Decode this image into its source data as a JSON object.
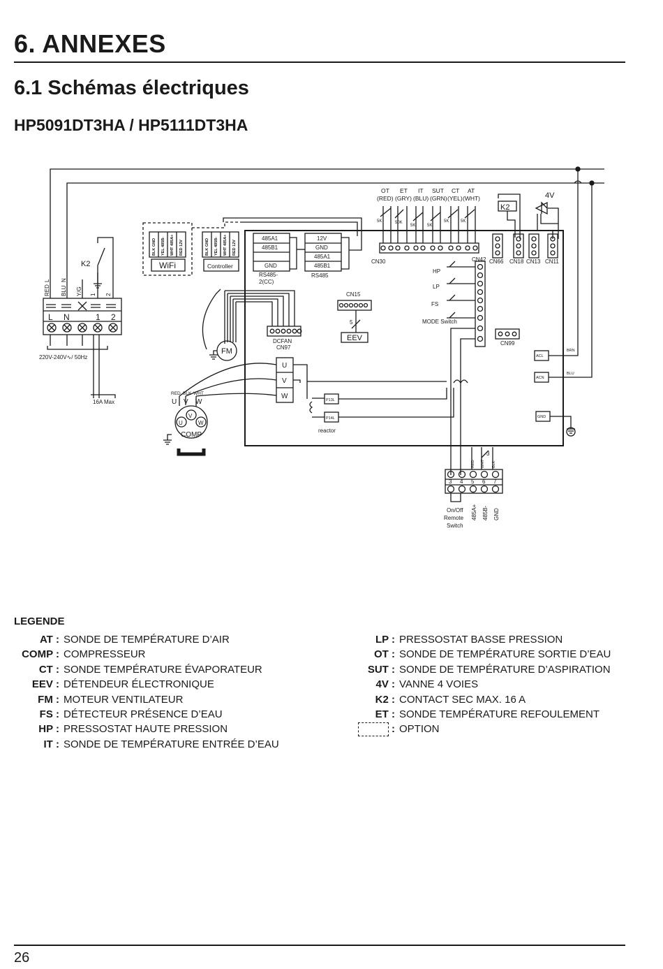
{
  "header": {
    "section": "6. ANNEXES",
    "subsection": "6.1 Schémas électriques",
    "models": "HP5091DT3HA / HP5111DT3HA"
  },
  "diagram": {
    "sensors": {
      "ot": "OT",
      "ot_color": "(RED)",
      "et": "ET",
      "et_color": "(GRY)",
      "it": "IT",
      "it_color": "(BLU)",
      "sut": "SUT",
      "sut_color": "(GRN)",
      "ct": "CT",
      "ct_color": "(YEL)",
      "at": "AT",
      "at_color": "(WHT)",
      "r5k": "5K",
      "r50k": "50K"
    },
    "wifi_label": "WiFi",
    "wifi_pins": [
      "BLK GND",
      "YEL 485B-",
      "WHT 485A+",
      "RED 12V"
    ],
    "controller_label": "Controller",
    "controller_pins": [
      "BLK GND",
      "YEL 485B-",
      "WHT 485A+",
      "RED 12V"
    ],
    "rs485cc": {
      "rows": [
        "485A1",
        "485B1",
        "",
        "GND"
      ],
      "caption1": "RS485-",
      "caption2": "2(CC)"
    },
    "rs485": {
      "rows": [
        "12V",
        "GND",
        "485A1",
        "485B1"
      ],
      "caption": "RS485"
    },
    "terminal_left": {
      "wire_labels": [
        "RED",
        "L",
        "BLU",
        "N",
        "Y/G",
        "1",
        "2"
      ],
      "pins": [
        "L",
        "N",
        "1",
        "2"
      ],
      "supply": "220V-240V∿/ 50Hz",
      "breaker": "16A Max"
    },
    "k2_label": "K2",
    "fourv_label": "4V",
    "connectors": {
      "cn30": "CN30",
      "cn42": "CN42",
      "cn66": "CN66",
      "cn18": "CN18",
      "cn13": "CN13",
      "cn11": "CN11",
      "cn15": "CN15",
      "cn99": "CN99",
      "cn97": "CN97",
      "dcfan": "DCFAN"
    },
    "switches": {
      "hp": "HP",
      "lp": "LP",
      "fs": "FS",
      "mode": "MODE Switch"
    },
    "eev_label": "EEV",
    "eev_pin": "5",
    "fm_label": "FM",
    "uvw": [
      "U",
      "V",
      "W"
    ],
    "comp": {
      "label": "COMP",
      "wire_colors": [
        "RED",
        "BLK",
        "WHT"
      ],
      "pins": [
        "U",
        "V",
        "W"
      ]
    },
    "reactor": {
      "p13": "P13L",
      "p14": "P14L",
      "label": "reactor"
    },
    "power_terminals": {
      "acl": "ACL",
      "acn": "ACN",
      "gnd": "GND",
      "brn": "BRN",
      "blu": "BLU"
    },
    "terminal_bottom": {
      "wire_colors": [
        "RED",
        "WHT",
        "BLK"
      ],
      "top_pin": "3",
      "numbers": [
        "3",
        "4",
        "5",
        "6",
        "7"
      ],
      "labels": [
        "On/Off",
        "Remote",
        "Switch"
      ],
      "signals": [
        "485A+",
        "485B-",
        "GND"
      ]
    }
  },
  "legend": {
    "title": "LEGENDE",
    "left": [
      {
        "code": "AT :",
        "desc": "SONDE DE TEMPÉRATURE D’AIR"
      },
      {
        "code": "COMP :",
        "desc": "COMPRESSEUR"
      },
      {
        "code": "CT :",
        "desc": "SONDE TEMPÉRATURE ÉVAPORATEUR"
      },
      {
        "code": "EEV :",
        "desc": "DÉTENDEUR ÉLECTRONIQUE"
      },
      {
        "code": "FM :",
        "desc": "MOTEUR VENTILATEUR"
      },
      {
        "code": "FS :",
        "desc": "DÉTECTEUR PRÉSENCE D’EAU"
      },
      {
        "code": "HP :",
        "desc": "PRESSOSTAT HAUTE PRESSION"
      },
      {
        "code": "IT :",
        "desc": "SONDE DE TEMPÉRATURE ENTRÉE D’EAU"
      }
    ],
    "right": [
      {
        "code": "LP :",
        "desc": "PRESSOSTAT BASSE PRESSION"
      },
      {
        "code": "OT :",
        "desc": "SONDE DE TEMPÉRATURE SORTIE D’EAU"
      },
      {
        "code": "SUT :",
        "desc": "SONDE DE TEMPÉRATURE D’ASPIRATION"
      },
      {
        "code": "4V :",
        "desc": "VANNE 4 VOIES"
      },
      {
        "code": "K2 :",
        "desc": "CONTACT SEC MAX. 16 A"
      },
      {
        "code": "ET :",
        "desc": "SONDE TEMPÉRATURE REFOULEMENT"
      }
    ],
    "option_code": ":",
    "option_desc": "OPTION"
  },
  "footer": {
    "page": "26"
  }
}
